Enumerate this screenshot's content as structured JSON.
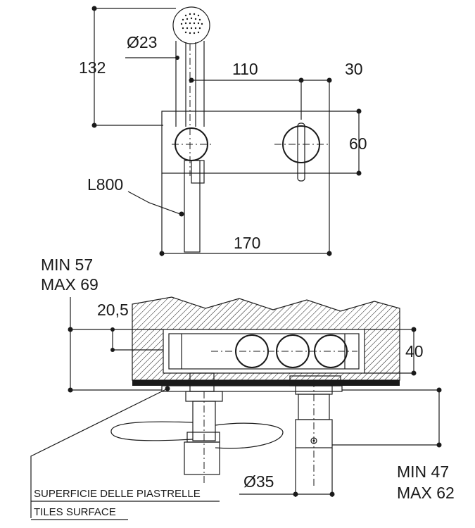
{
  "dimensions": {
    "handshower_height": "132",
    "handshower_diameter": "Ø23",
    "axis_distance": "110",
    "edge_to_axis": "30",
    "plate_height": "60",
    "hose_length": "L800",
    "plate_width": "170",
    "embed_depth_min": "MIN 57",
    "embed_depth_max": "MAX 69",
    "offset": "20,5",
    "body_height": "40",
    "handle_diameter": "Ø35",
    "handle_min": "MIN 47",
    "handle_max": "MAX 62"
  },
  "notes": {
    "tiles_it": "SUPERFICIE DELLE PIASTRELLE",
    "tiles_en": "TILES SURFACE"
  }
}
